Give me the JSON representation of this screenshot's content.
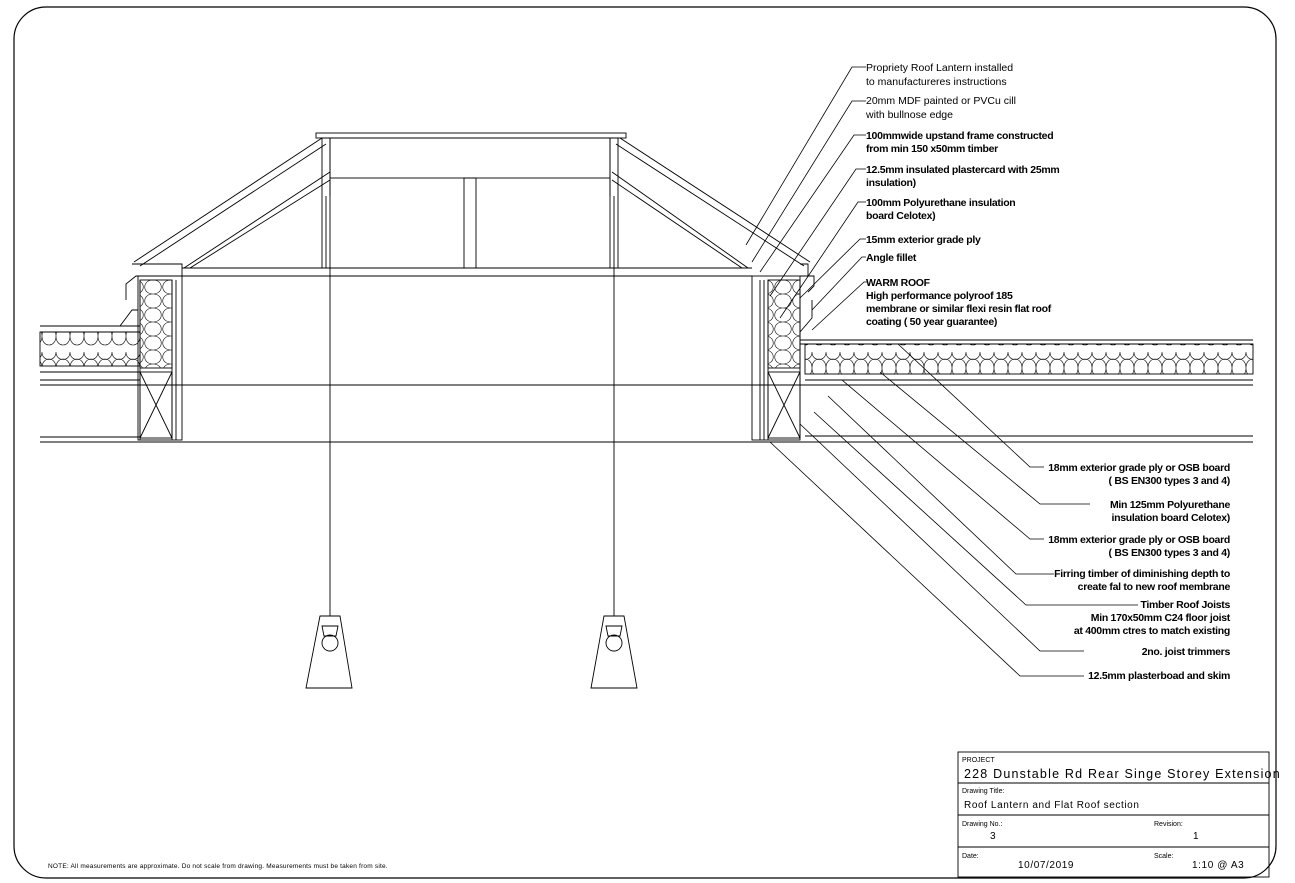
{
  "callouts_top": [
    [
      "Propriety Roof Lantern installed",
      "to manufactureres instructions"
    ],
    [
      "20mm  MDF painted or PVCu cill",
      "with bullnose edge"
    ],
    [
      "100mmwide upstand frame  constructed",
      "from min 150 x50mm timber"
    ],
    [
      "12.5mm insulated plastercard with 25mm",
      "insulation)"
    ],
    [
      "100mm Polyurethane insulation",
      "board Celotex)"
    ],
    [
      "15mm exterior grade ply"
    ],
    [
      "Angle fillet"
    ],
    [
      "WARM ROOF",
      "High performance polyroof 185",
      "membrane or similar flexi resin flat roof",
      "coating  ( 50 year guarantee)"
    ]
  ],
  "callouts_bottom": [
    [
      "18mm exterior grade ply or OSB board",
      "( BS EN300 types 3 and 4)"
    ],
    [
      "Min 125mm Polyurethane",
      "insulation board Celotex)"
    ],
    [
      "18mm exterior grade ply or OSB board",
      "( BS EN300 types 3 and 4)"
    ],
    [
      "Firring timber of diminishing depth to",
      "create fal to new roof membrane"
    ],
    [
      "Timber Roof Joists",
      "Min 170x50mm C24 floor joist",
      "at 400mm ctres to match existing"
    ],
    [
      "2no. joist trimmers"
    ],
    [
      "12.5mm plasterboad and skim"
    ]
  ],
  "note": "NOTE: All measurements are approximate. Do not scale from drawing. Measurements must be taken from site.",
  "title_block": {
    "project_label": "PROJECT",
    "project": "228 Dunstable Rd Rear Singe Storey Extension",
    "drawing_title_label": "Drawing Title:",
    "drawing_title": "Roof Lantern and Flat Roof section",
    "drawing_no_label": "Drawing No.:",
    "drawing_no": "3",
    "revision_label": "Revision:",
    "revision": "1",
    "date_label": "Date:",
    "date": "10/07/2019",
    "scale_label": "Scale:",
    "scale": "1:10 @ A3"
  }
}
